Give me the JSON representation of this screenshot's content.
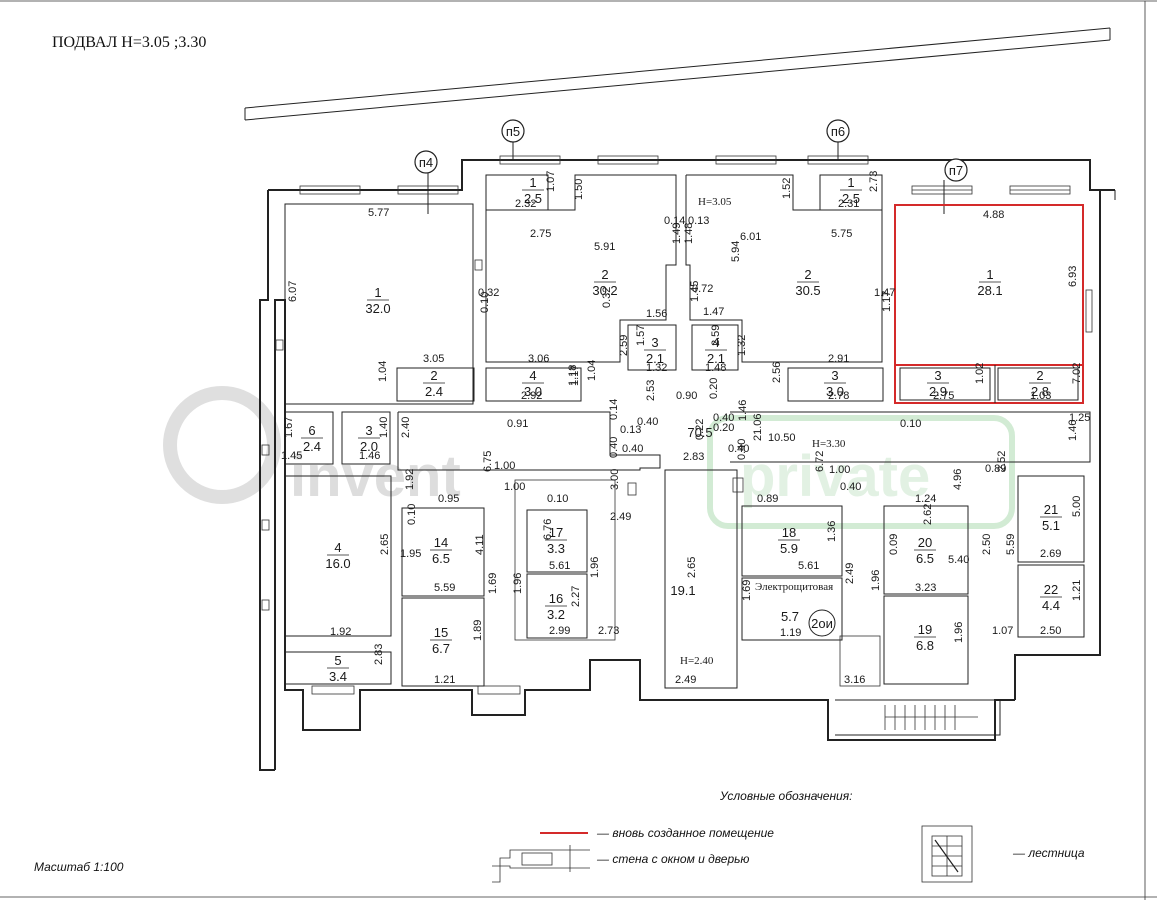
{
  "title": "ПОДВАЛ Н=3.05 ;3.30",
  "scale": "Масштаб 1:100",
  "legend": {
    "heading": "Условные обозначения:",
    "new_room": "— вновь созданное помещение",
    "wall_window_door": "— стена с окном и дверью",
    "stairs": "— лестница",
    "new_room_color": "#d42a2a"
  },
  "watermark": {
    "left": "invent",
    "right": "private",
    "right_color": "#5cc36a"
  },
  "heights": [
    "H=3.05",
    "H=3.30",
    "H=2.40"
  ],
  "entrances": [
    "п4",
    "п5",
    "п6",
    "п7"
  ],
  "special_label": "2ои",
  "electrical_room_label": "Электрощитовая",
  "rooms": [
    {
      "id": "1",
      "area": "32.0"
    },
    {
      "id": "1",
      "area": "2.5"
    },
    {
      "id": "2",
      "area": "30.2"
    },
    {
      "id": "2",
      "area": "30.5"
    },
    {
      "id": "1",
      "area": "2.5"
    },
    {
      "id": "1",
      "area": "28.1"
    },
    {
      "id": "3",
      "area": "2.1"
    },
    {
      "id": "4",
      "area": "2.1"
    },
    {
      "id": "2",
      "area": "2.4"
    },
    {
      "id": "4",
      "area": "3.0"
    },
    {
      "id": "3",
      "area": "3.0"
    },
    {
      "id": "3",
      "area": "2.9"
    },
    {
      "id": "2",
      "area": "2.8"
    },
    {
      "id": "6",
      "area": "2.4"
    },
    {
      "id": "3",
      "area": "2.0"
    },
    {
      "id": "",
      "area": "70.5"
    },
    {
      "id": "4",
      "area": "16.0"
    },
    {
      "id": "14",
      "area": "6.5"
    },
    {
      "id": "17",
      "area": "3.3"
    },
    {
      "id": "16",
      "area": "3.2"
    },
    {
      "id": "",
      "area": "19.1"
    },
    {
      "id": "18",
      "area": "5.9"
    },
    {
      "id": "",
      "area": "5.7"
    },
    {
      "id": "20",
      "area": "6.5"
    },
    {
      "id": "19",
      "area": "6.8"
    },
    {
      "id": "21",
      "area": "5.1"
    },
    {
      "id": "22",
      "area": "4.4"
    },
    {
      "id": "15",
      "area": "6.7"
    },
    {
      "id": "5",
      "area": "3.4"
    }
  ],
  "dimensions": [
    "5.77",
    "6.07",
    "1.07",
    "2.32",
    "1.50",
    "2.75",
    "5.91",
    "0.14",
    "0.13",
    "1.49",
    "1.48",
    "6.01",
    "1.52",
    "2.31",
    "2.73",
    "5.75",
    "4.88",
    "6.93",
    "5.94",
    "0.32",
    "0.32",
    "1.47",
    "0.10",
    "0.72",
    "1.45",
    "1.47",
    "1.56",
    "1.57",
    "2.59",
    "2.59",
    "1.32",
    "1.32",
    "1.48",
    "1.17",
    "1.04",
    "1.18",
    "1.04",
    "1.17",
    "2.56",
    "3.05",
    "3.06",
    "2.91",
    "2.92",
    "2.78",
    "2.75",
    "1.03",
    "1.02",
    "7.02",
    "0.91",
    "2.53",
    "0.90",
    "0.20",
    "0.14",
    "0.40",
    "0.13",
    "0.40",
    "0.20",
    "1.46",
    "21.06",
    "10.50",
    "0.10",
    "1.25",
    "1.46",
    "1.67",
    "1.45",
    "1.40",
    "1.46",
    "2.40",
    "0.22",
    "0.40",
    "0.40",
    "0.40",
    "2.83",
    "0.40",
    "1.00",
    "6.75",
    "1.00",
    "6.72",
    "1.00",
    "0.40",
    "0.89",
    "2.52",
    "1.92",
    "0.95",
    "0.10",
    "3.00",
    "2.49",
    "0.89",
    "1.24",
    "4.96",
    "0.10",
    "2.65",
    "1.95",
    "4.11",
    "6.76",
    "1.96",
    "2.65",
    "1.36",
    "0.09",
    "2.62",
    "5.40",
    "5.00",
    "2.50",
    "5.59",
    "5.59",
    "1.69",
    "1.96",
    "5.61",
    "5.61",
    "2.49",
    "1.96",
    "3.23",
    "2.69",
    "1.92",
    "1.89",
    "2.27",
    "1.69",
    "1.21",
    "2.99",
    "2.73",
    "1.19",
    "1.96",
    "1.07",
    "2.50",
    "2.83",
    "1.21",
    "2.49",
    "3.16"
  ]
}
